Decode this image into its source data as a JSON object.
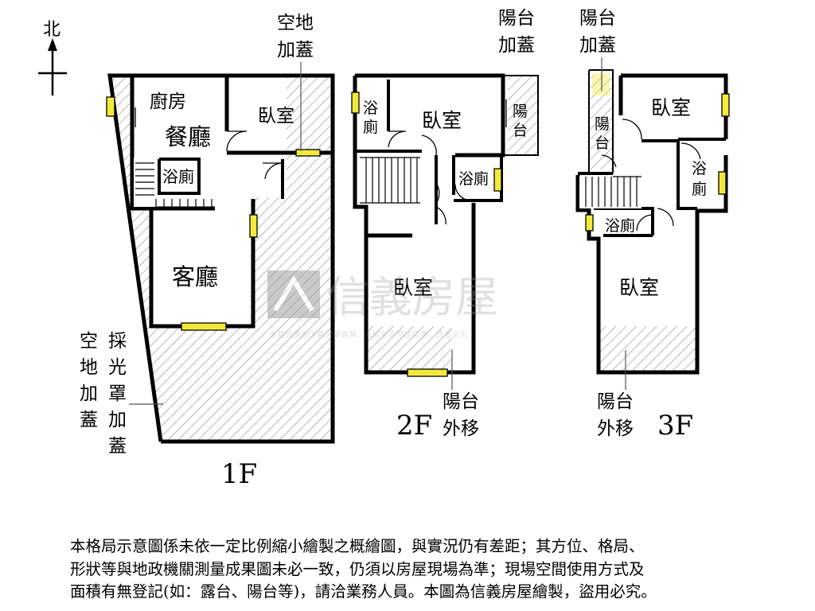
{
  "compass": {
    "north": "北"
  },
  "floors": {
    "f1": {
      "label": "1F",
      "rooms": {
        "kitchen": "廚房",
        "dining": "餐廳",
        "bedroom": "臥室",
        "bath": "浴廁",
        "living": "客廳"
      },
      "notes": {
        "vacant_top": [
          "空地",
          "加蓋"
        ],
        "skylight": [
          "採",
          "光",
          "罩",
          "加",
          "蓋"
        ],
        "vacant_left": [
          "空",
          "地",
          "加",
          "蓋"
        ]
      }
    },
    "f2": {
      "label": "2F",
      "rooms": {
        "bath_left": [
          "浴",
          "廁"
        ],
        "bedroom_top": "臥室",
        "balcony": [
          "陽",
          "台"
        ],
        "bath_mid": "浴廁",
        "bedroom_main": "臥室"
      },
      "notes": {
        "balcony_addon": [
          "陽台",
          "加蓋"
        ],
        "balcony_moved": [
          "陽台",
          "外移"
        ]
      }
    },
    "f3": {
      "label": "3F",
      "rooms": {
        "bedroom_top": "臥室",
        "balcony": [
          "陽",
          "台"
        ],
        "bath_right": [
          "浴",
          "廁"
        ],
        "bath_mid": "浴廁",
        "bedroom_main": "臥室"
      },
      "notes": {
        "balcony_addon": [
          "陽台",
          "加蓋"
        ],
        "balcony_moved": [
          "陽台",
          "外移"
        ]
      }
    }
  },
  "watermark": {
    "brand": "信義房屋",
    "subtitle": "本格局圖為信義房屋繪製，未經允許禁止盜用，違者必究"
  },
  "disclaimer": [
    "本格局示意圖係未依一定比例縮小繪製之概繪圖，與實況仍有差距；其方位、格局、",
    "形狀等與地政機關測量成果圖未必一致，仍須以房屋現場為準；現場空間使用方式及",
    "面積有無登記(如：露台、陽台等)，請洽業務人員。本圖為信義房屋繪製，盜用必究。"
  ],
  "colors": {
    "wall": "#000000",
    "window": "#f2ea3b",
    "hatch": "#7a7a7a",
    "logo": "#9a9a9a"
  }
}
